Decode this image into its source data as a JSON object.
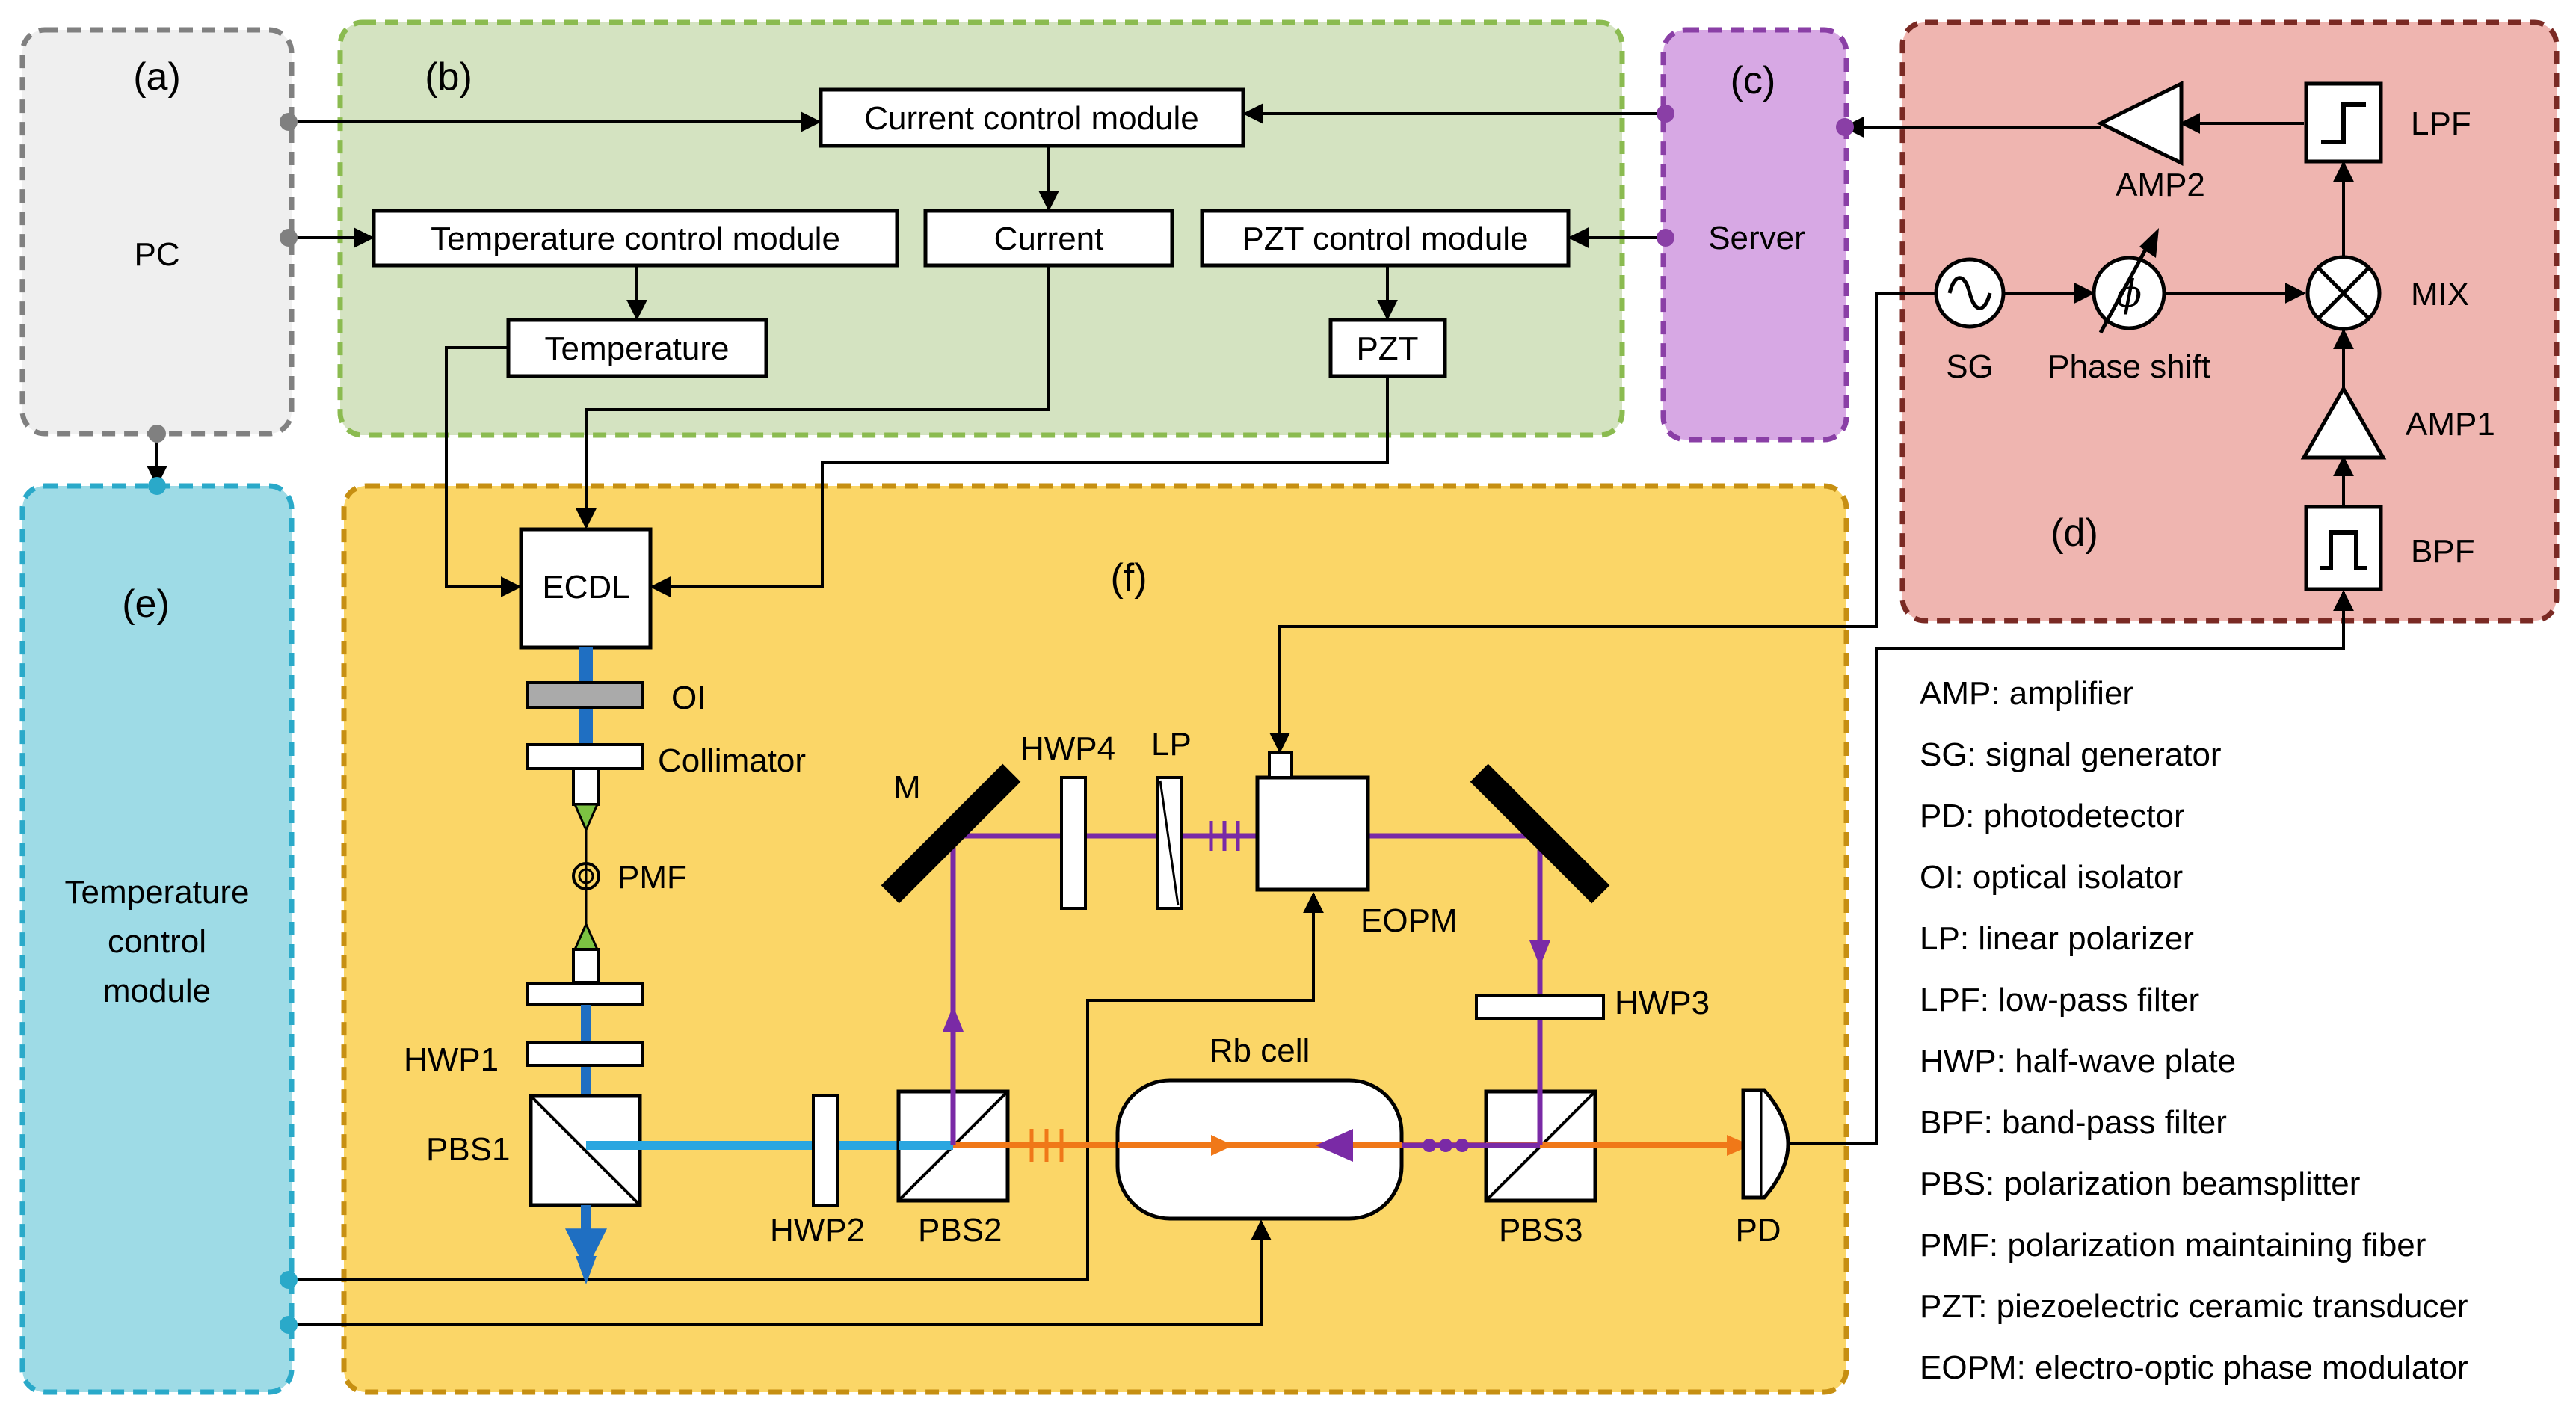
{
  "colors": {
    "panel_a_fill": "#efefef",
    "panel_a_border": "#808080",
    "panel_b_fill": "#d4e3c1",
    "panel_b_border": "#8bbb50",
    "panel_c_fill": "#d7a8e4",
    "panel_c_border": "#8a3fa6",
    "panel_d_fill": "#efb5b0",
    "panel_d_border": "#7a2a24",
    "panel_e_fill": "#9edbe6",
    "panel_e_border": "#2aa9c9",
    "panel_f_fill": "#fbd667",
    "panel_f_border": "#c68f12",
    "beam_blue": "#1f6fc2",
    "beam_lightblue": "#2aa6e0",
    "beam_orange": "#f07818",
    "beam_purple": "#7a2aa6"
  },
  "panels": {
    "a": {
      "label": "(a)",
      "text": "PC"
    },
    "b": {
      "label": "(b)"
    },
    "c": {
      "label": "(c)",
      "text": "Server"
    },
    "d": {
      "label": "(d)"
    },
    "e": {
      "label": "(e)",
      "text_lines": [
        "Temperature",
        "control",
        "module"
      ]
    },
    "f": {
      "label": "(f)"
    }
  },
  "modules": {
    "current_control": "Current control module",
    "temperature_control": "Temperature control module",
    "current": "Current",
    "pzt_control": "PZT control module",
    "temperature": "Temperature",
    "pzt": "PZT"
  },
  "signal_chain": {
    "amp2": "AMP2",
    "lpf": "LPF",
    "sg": "SG",
    "phase_shift": "Phase shift",
    "phase_symbol": "ϕ",
    "mix": "MIX",
    "amp1": "AMP1",
    "bpf": "BPF"
  },
  "optics": {
    "ecdl": "ECDL",
    "oi": "OI",
    "collimator": "Collimator",
    "pmf": "PMF",
    "hwp1": "HWP1",
    "pbs1": "PBS1",
    "hwp2": "HWP2",
    "pbs2": "PBS2",
    "rb_cell": "Rb cell",
    "pbs3": "PBS3",
    "pd": "PD",
    "hwp3": "HWP3",
    "m": "M",
    "hwp4": "HWP4",
    "lp": "LP",
    "eopm": "EOPM"
  },
  "legend": [
    "AMP: amplifier",
    "SG: signal generator",
    "PD: photodetector",
    "OI: optical isolator",
    "LP: linear polarizer",
    "LPF: low-pass filter",
    "HWP: half-wave plate",
    "BPF: band-pass filter",
    "PBS: polarization beamsplitter",
    "PMF: polarization maintaining fiber",
    "PZT: piezoelectric ceramic transducer",
    "EOPM: electro-optic phase modulator"
  ]
}
